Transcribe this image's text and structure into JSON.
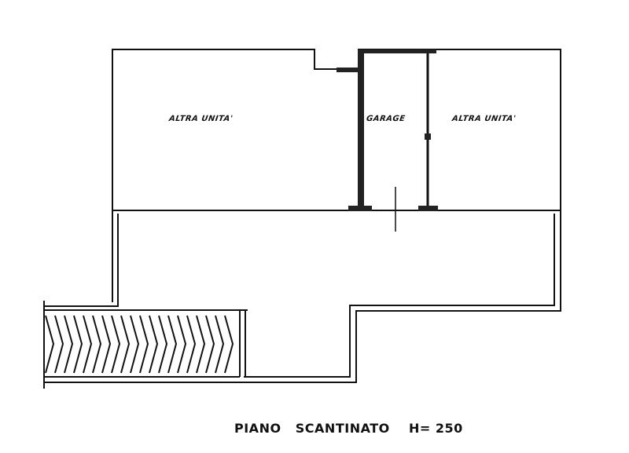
{
  "plan": {
    "title_parts": [
      "PIANO",
      "SCANTINATO",
      "H= 250"
    ],
    "rooms": [
      {
        "label": "ALTRA UNITA'"
      },
      {
        "label": "GARAGE"
      },
      {
        "label": "ALTRA UNITA'"
      }
    ],
    "colors": {
      "ink": "#111111",
      "paper": "#ffffff"
    }
  }
}
